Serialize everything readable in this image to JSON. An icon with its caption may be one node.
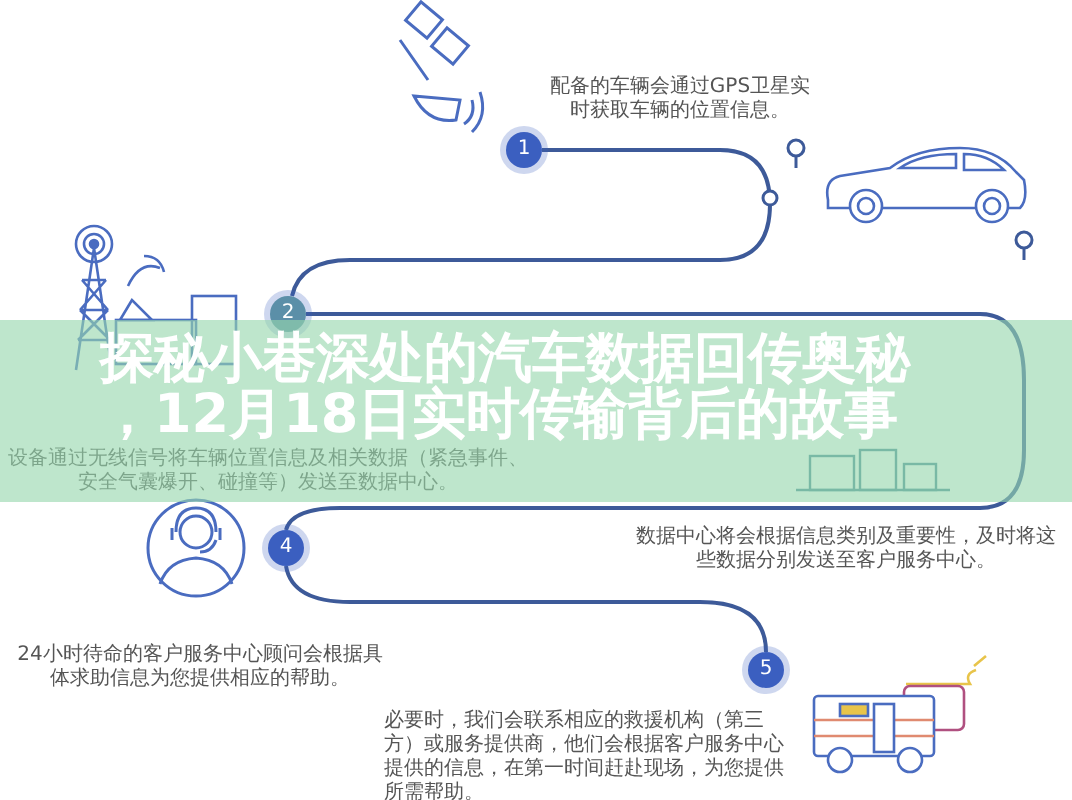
{
  "diagram": {
    "title": "探秘小巷深处的汽车数据回传奥秘，12月18日实时传输背后的故事",
    "nodes": [
      {
        "text": [
          "1"
        ],
        "beside": [
          "配备的车辆会通过GPS卫星实时获取车辆的位置信息。"
        ]
      },
      {
        "text": [
          "2"
        ]
      },
      {
        "text": [
          "4"
        ],
        "beside": [
          "24小时待命的客户服务中心顾问会根据具体求助信息为您提供相应的帮助。"
        ]
      },
      {
        "text": [
          "5"
        ],
        "beside": [
          "必要时，我们会联系相应的救援机构（第三方）或服务提供商，他们会根据客户服务中心提供的信息，在第一时间赶赴现场，为您提供所需帮助。"
        ]
      }
    ],
    "edges": [
      {
        "from": 0,
        "to": 1,
        "arrow": "none"
      },
      {
        "from": 1,
        "to": 2,
        "arrow": "none"
      },
      {
        "from": 2,
        "to": 3,
        "arrow": "none"
      }
    ],
    "labels": [
      "设备通过无线信号将车辆位置信息及相关数据（紧急事件、安全气囊爆开、碰撞等）发送至数据中心。",
      "数据中心将会根据信息类别及重要性，及时将这些数据分别发送至客户服务中心。"
    ]
  }
}
